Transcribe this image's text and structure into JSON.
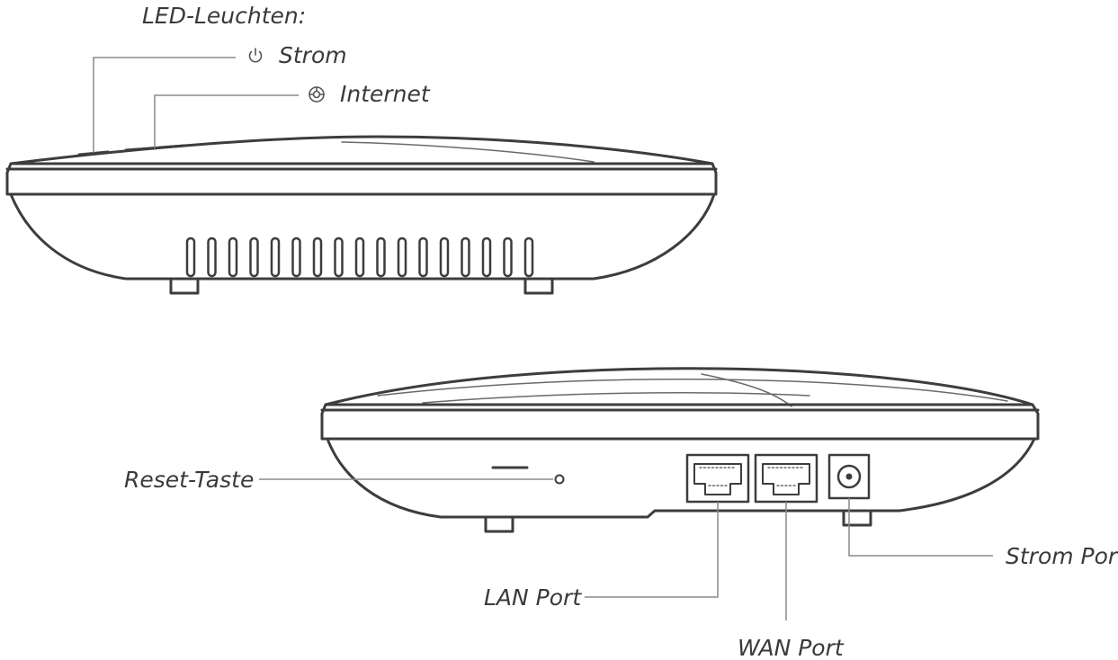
{
  "labels": {
    "led_heading": "LED-Leuchten:",
    "power_led": "Strom",
    "internet_led": "Internet",
    "reset_button": "Reset-Taste",
    "lan_port": "LAN Port",
    "wan_port": "WAN Port",
    "power_port": "Strom Port"
  },
  "icons": {
    "power_led": "power-icon",
    "internet_led": "globe-icon"
  },
  "colors": {
    "line": "#3d3d3d",
    "leader": "#8a8a8a",
    "text": "#3a3a3a"
  }
}
